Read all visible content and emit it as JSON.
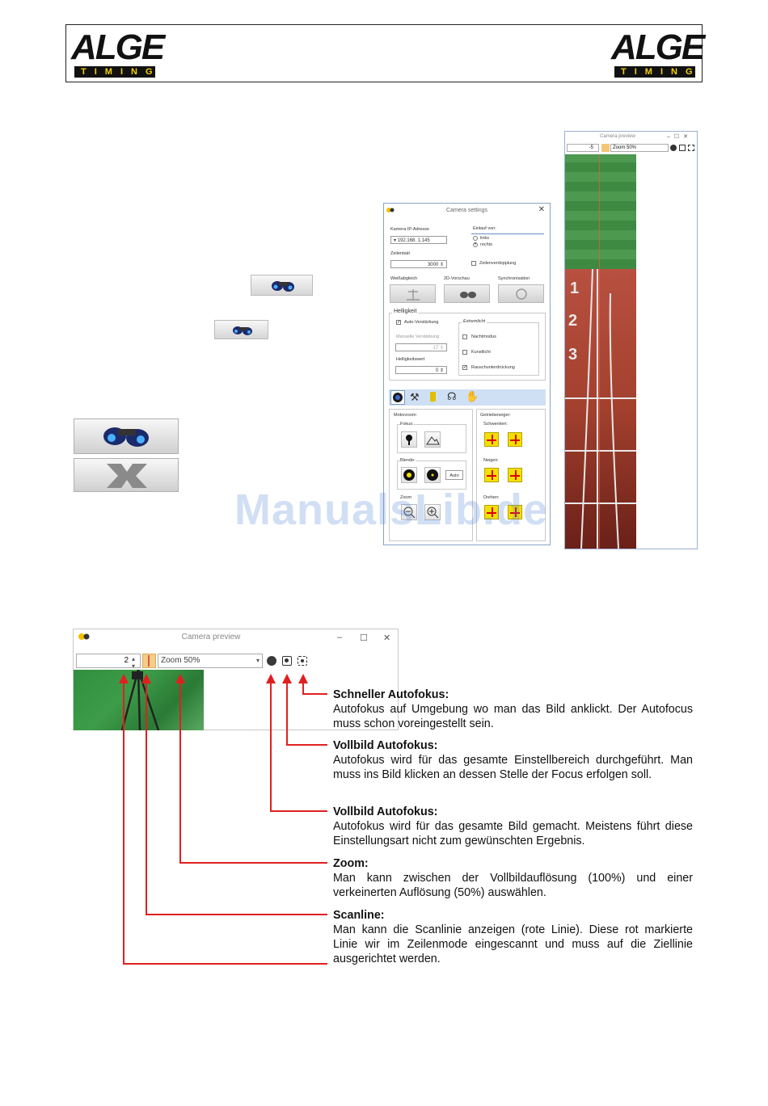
{
  "header": {
    "logo_left": {
      "word": "ALGE",
      "sub": "TIMING"
    },
    "logo_right": {
      "word": "ALGE",
      "sub": "TIMING"
    }
  },
  "camera_settings": {
    "title": "Camera settings",
    "ip_label": "Kamera IP-Adresse",
    "ip_value": "192.168. 1.145",
    "lines_label": "Zeilentakt",
    "lines_value": "3000",
    "direction_label": "Einlauf von:",
    "direction_options": [
      "links",
      "rechts"
    ],
    "direction_selected": "rechts",
    "line_double": "Zeilenverdopplung",
    "buttons": [
      "Weißabgleich",
      "2D-Vorschau",
      "Synchronisation"
    ],
    "brightness_group": "Helligkeit",
    "auto_gain": "Auto-Verstärkung",
    "manual_gain": "Manuelle Verstärkung",
    "manual_gain_value": "17",
    "brightness_value_label": "Helligkeitswert",
    "brightness_value": "0",
    "extreme_group": "Extremlicht",
    "night_mode": "Nachtmodus",
    "artificial_light": "Kunstlicht",
    "noise_reduction": "Rauschunterdrückung",
    "motorzoom": "Motorzoom:",
    "focus": "Fokus:",
    "aperture": "Blende:",
    "auto": "Auto",
    "zoom": "Zoom",
    "motor_tripod": "Getriebeneiger:",
    "pan": "Schwenken:",
    "tilt": "Neigen:",
    "rotate": "Drehen:"
  },
  "camera_preview_small": {
    "title": "Camera preview",
    "spin_value": "-5",
    "zoom_value": "Zoom 50%"
  },
  "camera_preview": {
    "title": "Camera preview",
    "spin_value": "2",
    "zoom_value": "Zoom 50%",
    "window_controls": [
      "–",
      "☐",
      "✕"
    ]
  },
  "notes": [
    {
      "head": "Schneller Autofokus:",
      "text": "Autofokus auf Umgebung wo man das Bild anklickt. Der Autofocus muss schon voreingestellt sein."
    },
    {
      "head": "Vollbild Autofokus:",
      "text": "Autofokus wird für das gesamte Einstellbereich durchgeführt. Man muss ins Bild klicken an dessen Stelle der Focus erfolgen soll."
    },
    {
      "head": "Vollbild Autofokus:",
      "text": "Autofokus wird für das gesamte Bild gemacht. Meistens führt diese Einstellungsart nicht zum gewünschten Ergebnis."
    },
    {
      "head": "Zoom:",
      "text": "Man kann zwischen der Vollbildauflösung (100%) und einer verkeinerten Auflösung (50%) auswählen."
    },
    {
      "head": "Scanline:",
      "text": "Man kann die Scanlinie anzeigen (rote Linie). Diese rot markierte Linie wir im Zeilenmode eingescannt und muss auf die Ziellinie ausgerichtet werden."
    }
  ],
  "watermark": "ManualsLib.de",
  "colors": {
    "accent_red": "#e02020",
    "logo_yellow": "#f2d100",
    "dialog_blue": "#cfe0f5"
  }
}
